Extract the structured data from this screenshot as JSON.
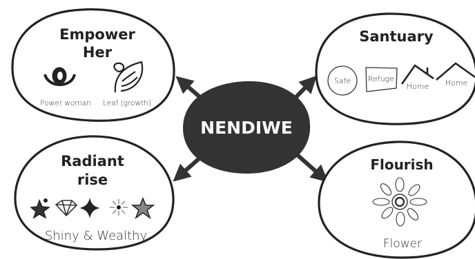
{
  "center": {
    "label": "NENDIWE"
  },
  "nodes": {
    "empower": {
      "title_line1": "Empower",
      "title_line2": "Her",
      "items": [
        {
          "label": "Power woman",
          "icon": "power-woman-icon"
        },
        {
          "label": "Leaf (growth)",
          "icon": "leaf-icon"
        }
      ]
    },
    "sanctuary": {
      "title": "Santuary",
      "items": [
        {
          "label": "Safe",
          "icon": "circle-frame-icon"
        },
        {
          "label": "Refuge",
          "icon": "square-frame-icon"
        },
        {
          "label": "Home",
          "icon": "house-roof-icon"
        },
        {
          "label": "Home",
          "icon": "mountain-roof-icon"
        }
      ]
    },
    "radiant": {
      "title_line1": "Radiant",
      "title_line2": "rise",
      "caption": "Shiny & Wealthy",
      "icons": [
        "person-star-icon",
        "diamond-icon",
        "sparkle-icon",
        "sunburst-icon",
        "star-icon"
      ]
    },
    "flourish": {
      "title": "Flourish",
      "caption": "Flower",
      "icon": "flower-icon"
    }
  },
  "colors": {
    "center_fill": "#333333",
    "center_text": "#ffffff",
    "stroke": "#222222",
    "arrow": "#333333"
  }
}
